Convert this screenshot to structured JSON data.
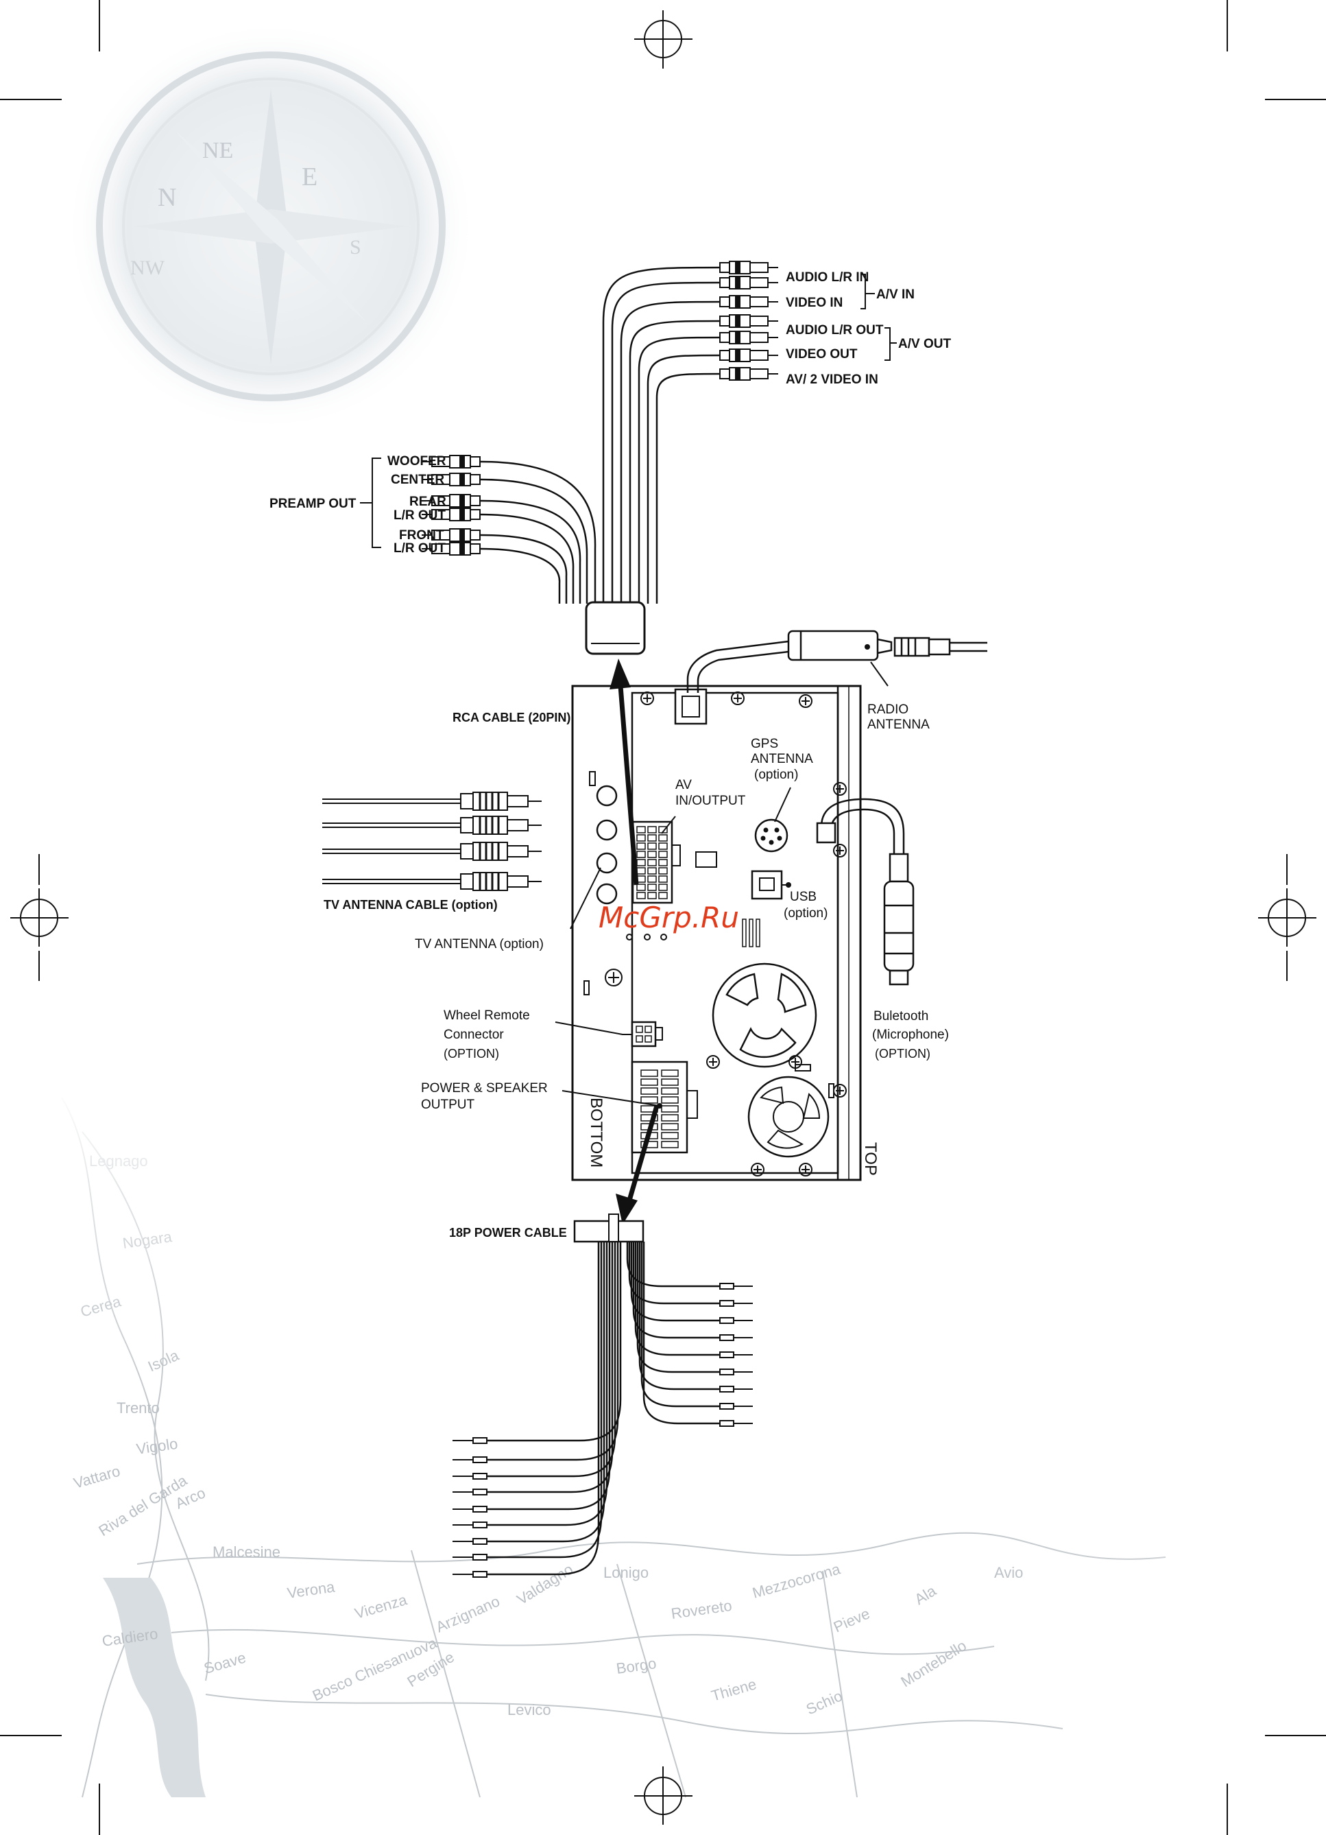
{
  "watermark": "McGrp.Ru",
  "compass": {
    "ne": "NE",
    "n": "N",
    "e": "E",
    "nw": "NW",
    "s": "S"
  },
  "av_outputs": {
    "audio_lr_in": "AUDIO L/R IN",
    "video_in": "VIDEO IN",
    "av_in": "A/V IN",
    "audio_lr_out": "AUDIO L/R OUT",
    "video_out": "VIDEO OUT",
    "av_out": "A/V OUT",
    "av2_video_in": "AV/ 2 VIDEO IN"
  },
  "preamp": {
    "group": "PREAMP OUT",
    "woofer": "WOOFER",
    "center": "CENTER",
    "rear": "REAR",
    "rear_lr": "L/R OUT",
    "front": "FRONT",
    "front_lr": "L/R OUT"
  },
  "unit": {
    "rca_cable": "RCA CABLE (20PIN)",
    "radio_antenna_1": "RADIO",
    "radio_antenna_2": "ANTENNA",
    "gps_1": "GPS",
    "gps_2": "ANTENNA",
    "gps_3": "(option)",
    "av_io_1": "AV",
    "av_io_2": "IN/OUTPUT",
    "usb_1": "USB",
    "usb_2": "(option)",
    "tv_cable": "TV ANTENNA CABLE  (option)",
    "tv_antenna": "TV  ANTENNA  (option)",
    "wheel_1": "Wheel Remote",
    "wheel_2": "Connector",
    "wheel_3": "(OPTION)",
    "bt_1": "Buletooth",
    "bt_2": "(Microphone)",
    "bt_3": "(OPTION)",
    "power_1": "POWER & SPEAKER",
    "power_2": "OUTPUT",
    "bottom": "BOTTOM",
    "top": "TOP",
    "power_cable": "18P POWER CABLE"
  },
  "map_words": [
    "Trento",
    "Vigolo",
    "Vattaro",
    "Arco",
    "Riva del Garda",
    "Malcesine",
    "Verona",
    "Vicenza",
    "Arzignano",
    "Valdagno",
    "Lonigo",
    "Rovereto",
    "Mezzocorona",
    "Pieve",
    "Ala",
    "Avio",
    "Caldiero",
    "Soave",
    "Bosco Chiesanuova",
    "Pergine",
    "Levico",
    "Borgo",
    "Thiene",
    "Schio",
    "Montebello",
    "Legnago",
    "Nogara",
    "Cerea",
    "Isola"
  ],
  "colors": {
    "line": "#111111",
    "watermark": "#e03c1c",
    "map": "#b9bfc4",
    "shade": "#e6e9ec"
  }
}
